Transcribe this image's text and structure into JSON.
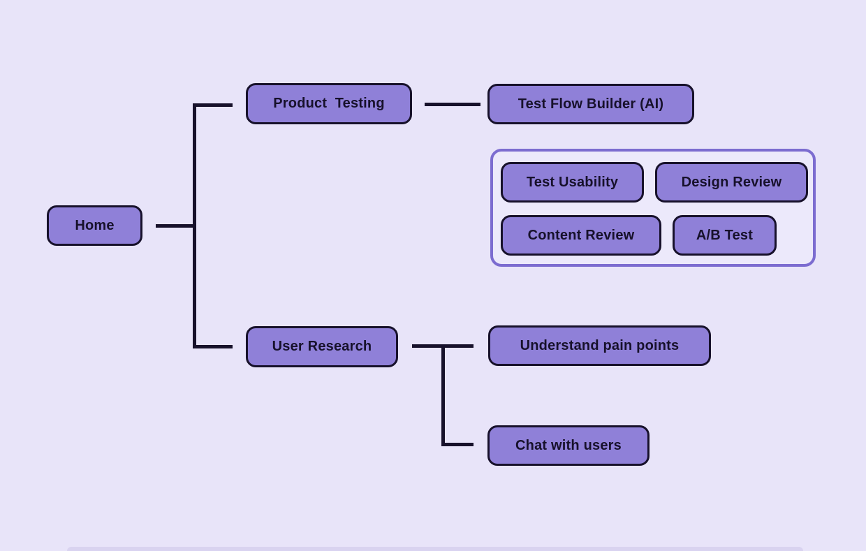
{
  "diagram": {
    "type": "mindmap",
    "nodes": {
      "home": {
        "label": "Home"
      },
      "product_testing": {
        "label": "Product  Testing"
      },
      "test_flow_builder": {
        "label": "Test Flow Builder (AI)"
      },
      "test_usability": {
        "label": "Test Usability"
      },
      "design_review": {
        "label": "Design Review"
      },
      "content_review": {
        "label": "Content Review"
      },
      "ab_test": {
        "label": "A/B Test"
      },
      "user_research": {
        "label": "User Research"
      },
      "understand_pain_points": {
        "label": "Understand pain points"
      },
      "chat_with_users": {
        "label": "Chat with users"
      }
    },
    "edges": [
      {
        "from": "Home",
        "to": "Product  Testing"
      },
      {
        "from": "Home",
        "to": "User Research"
      },
      {
        "from": "Product  Testing",
        "to": "Test Flow Builder (AI)"
      },
      {
        "from": "User Research",
        "to": "Understand pain points"
      },
      {
        "from": "User Research",
        "to": "Chat with users"
      }
    ],
    "group": {
      "members": [
        "Test Usability",
        "Design Review",
        "Content Review",
        "A/B Test"
      ]
    },
    "colors": {
      "background": "#E8E4F9",
      "node_fill": "#8F80D8",
      "node_border": "#17112B",
      "node_text": "#17112B",
      "group_border": "#7C6CD0",
      "group_fill": "#ECE9FB",
      "connector": "#17112B"
    }
  }
}
